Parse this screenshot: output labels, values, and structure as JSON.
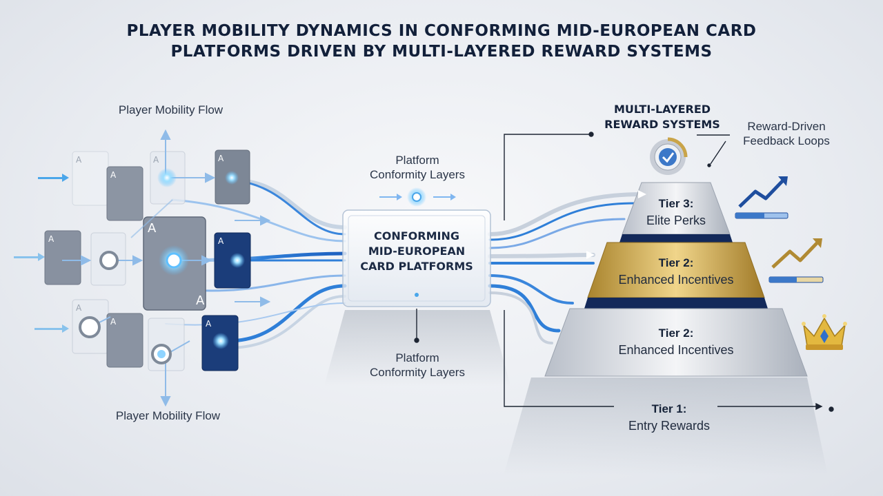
{
  "title": {
    "line1": "PLAYER MOBILITY DYNAMICS IN CONFORMING MID-EUROPEAN CARD",
    "line2": "PLATFORMS DRIVEN BY MULTI-LAYERED REWARD SYSTEMS"
  },
  "labels": {
    "player_flow_top": "Player Mobility Flow",
    "player_flow_bottom": "Player Mobility Flow",
    "conformity_top_1": "Platform",
    "conformity_top_2": "Conformity Layers",
    "conformity_bottom_1": "Platform",
    "conformity_bottom_2": "Conformity Layers",
    "feedback_1": "Reward-Driven",
    "feedback_2": "Feedback Loops"
  },
  "platform": {
    "line1": "CONFORMING",
    "line2": "MID-EUROPEAN",
    "line3": "CARD PLATFORMS"
  },
  "reward_systems": {
    "line1": "MULTI-LAYERED",
    "line2": "REWARD SYSTEMS"
  },
  "tiers": [
    {
      "title": "Tier 3:",
      "subtitle": "Elite Perks"
    },
    {
      "title": "Tier 2:",
      "subtitle": "Enhanced Incentives"
    },
    {
      "title": "Tier 2:",
      "subtitle": "Enhanced Incentives"
    },
    {
      "title": "Tier 1:",
      "subtitle": "Entry Rewards"
    }
  ],
  "card_glyph": "A",
  "colors": {
    "flow_blue": "#2f7fd8",
    "glow": "#5fc0ff",
    "gold": "#c9a449",
    "navy": "#13295a",
    "silver": "#d3d7de"
  },
  "icons": [
    "checkmark-badge-icon",
    "trend-up-arrow-icon",
    "crown-icon"
  ]
}
